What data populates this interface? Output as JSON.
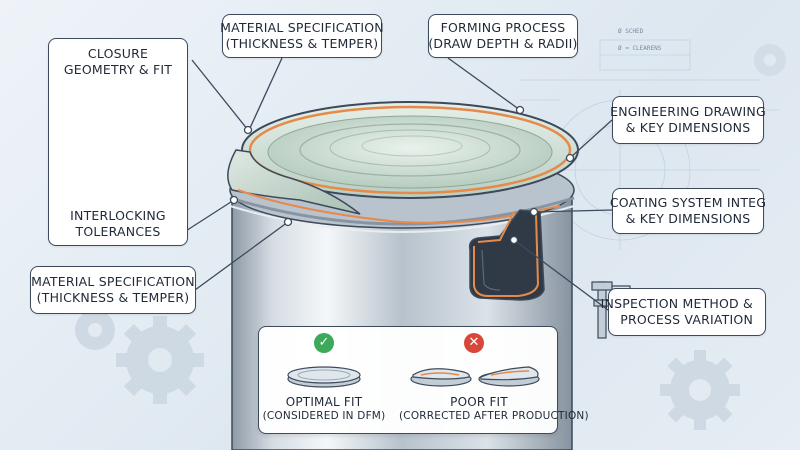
{
  "labels": {
    "closure_geometry": {
      "line1": "CLOSURE",
      "line2": "GEOMETRY & FIT"
    },
    "interlocking": {
      "line1": "INTERLOCKING",
      "line2": "TOLERANCES"
    },
    "material_top": {
      "line1": "MATERIAL SPECIFICATION",
      "line2": "(THICKNESS & TEMPER)"
    },
    "forming": {
      "line1": "FORMING PROCESS",
      "line2": "(DRAW DEPTH & RADII)"
    },
    "engineering": {
      "line1": "ENGINEERING DRAWING",
      "line2": "& KEY DIMENSIONS"
    },
    "coating": {
      "line1": "COATING SYSTEM INTEG",
      "line2": "& KEY DIMENSIONS"
    },
    "material_left": {
      "line1": "MATERIAL SPECIFICATION",
      "line2": "(THICKNESS & TEMPER)"
    },
    "inspection": {
      "line1": "INSPECTION METHOD &",
      "line2": "PROCESS VARIATION"
    }
  },
  "fit_comparison": {
    "optimal": {
      "badge": "✓",
      "title": "OPTIMAL FIT",
      "subtitle": "(CONSIDERED IN DFM)"
    },
    "poor": {
      "badge": "✕",
      "title": "POOR FIT",
      "subtitle": "(CORRECTED AFTER PRODUCTION)"
    }
  },
  "drawing_notes": {
    "note1": "Ø SCHED",
    "note2": "Ø ≈ CLEARENS"
  },
  "colors": {
    "accent_orange": "#e58a4a",
    "outline": "#3d4a5c",
    "can_steel": "#c9d3dc",
    "lid_green": "#cfe0d6",
    "ok_green": "#3daa5b",
    "bad_red": "#d9473b"
  }
}
